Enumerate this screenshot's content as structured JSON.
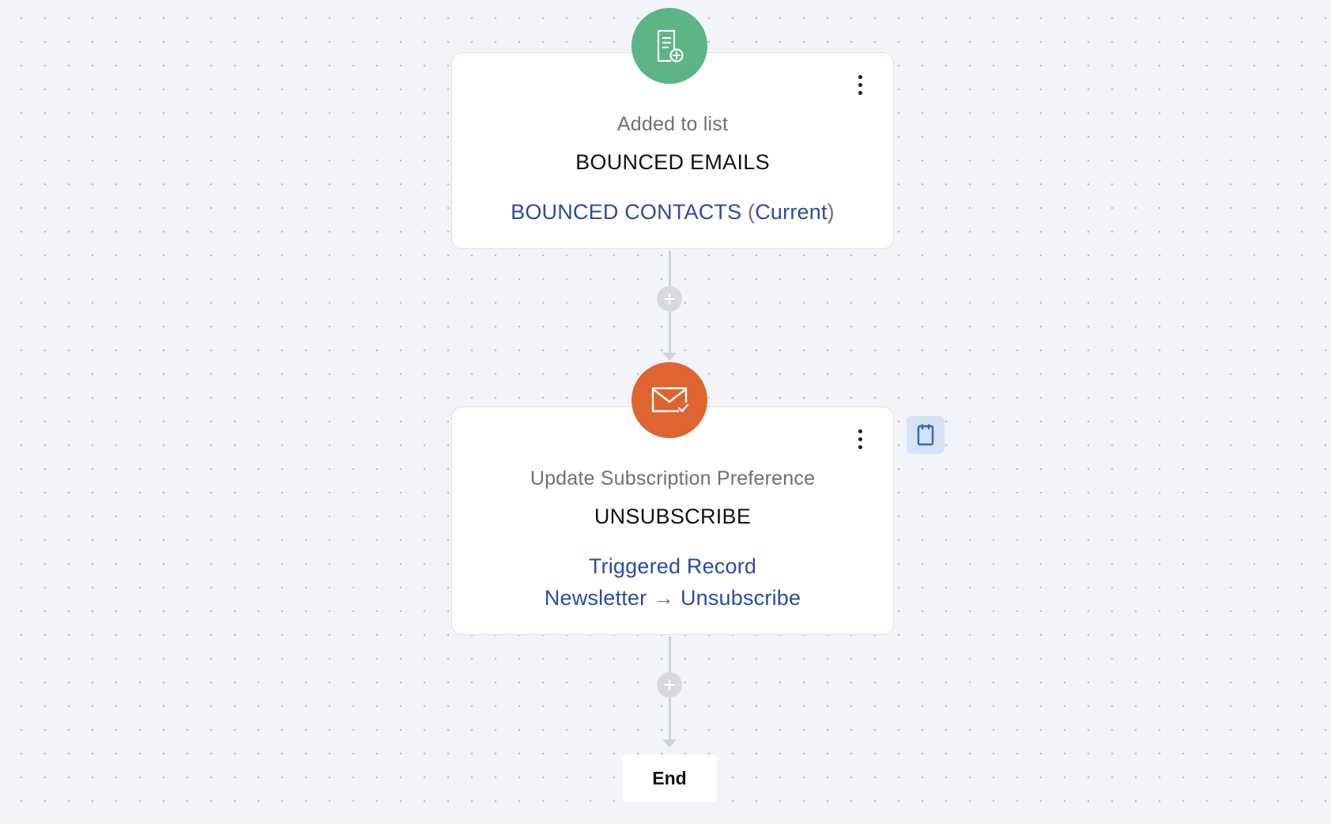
{
  "colors": {
    "trigger_badge": "#5db585",
    "action_badge": "#de6430",
    "link_text": "#2e49a5",
    "canvas_background": "#f3f4f9"
  },
  "trigger_card": {
    "icon": "document-add-icon",
    "type_label": "Added to list",
    "title": "BOUNCED EMAILS",
    "list_name": "BOUNCED CONTACTS",
    "list_qualifier_open": "(",
    "list_qualifier": "Current",
    "list_qualifier_close": ")"
  },
  "action_card": {
    "icon": "mail-check-icon",
    "type_label": "Update Subscription Preference",
    "title": "UNSUBSCRIBE",
    "record": "Triggered Record",
    "subscription": "Newsletter",
    "arrow": "→",
    "preference": "Unsubscribe",
    "side_icon": "notes-icon"
  },
  "connectors": {
    "add_icon": "plus-icon"
  },
  "end_label": "End"
}
